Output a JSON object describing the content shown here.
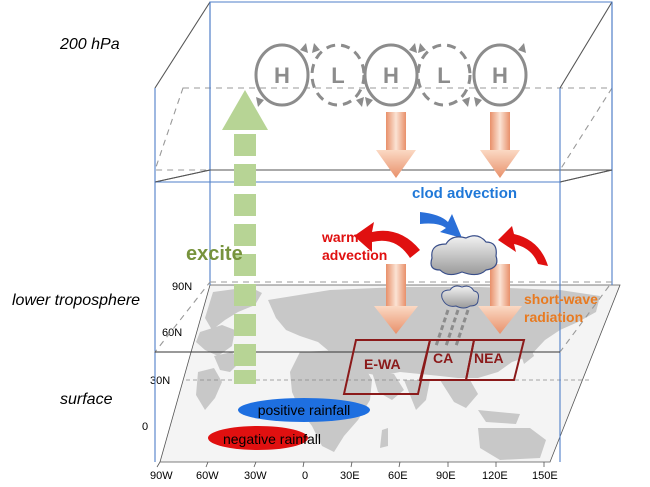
{
  "levels": {
    "upper": "200 hPa",
    "middle": "lower troposphere",
    "bottom": "surface"
  },
  "pressure_systems": [
    "H",
    "L",
    "H",
    "L",
    "H"
  ],
  "labels": {
    "excite": "excite",
    "cloud_advection": "clod advection",
    "warm_advection_1": "warm",
    "warm_advection_2": "advection",
    "shortwave_1": "short-wave",
    "shortwave_2": "radiation",
    "positive_rainfall": "positive rainfall",
    "negative_rainfall": "negative rainfall"
  },
  "regions": [
    "E-WA",
    "CA",
    "NEA"
  ],
  "lat_ticks": [
    "90N",
    "60N",
    "30N",
    "0"
  ],
  "lon_ticks": [
    "90W",
    "60W",
    "30W",
    "0",
    "30E",
    "60E",
    "90E",
    "120E",
    "150E"
  ],
  "colors": {
    "box_edge": "#4f7fc8",
    "box_back": "#555555",
    "dash_plane": "#999999",
    "pressure_icon": "#8c8c8c",
    "excite_arrow": "#b7d495",
    "excite_text": "#77933c",
    "subsidence_arrow": "#e8906a",
    "cloud_arrow": "#2a6fd8",
    "cloud_text": "#1f78d8",
    "warm_arrow": "#e01010",
    "warm_text": "#e01010",
    "shortwave_text": "#e87a20",
    "region_box": "#8b1a1a",
    "positive_ellipse": "#1e6fe0",
    "negative_ellipse": "#e01010",
    "land": "#c8c8c8"
  }
}
